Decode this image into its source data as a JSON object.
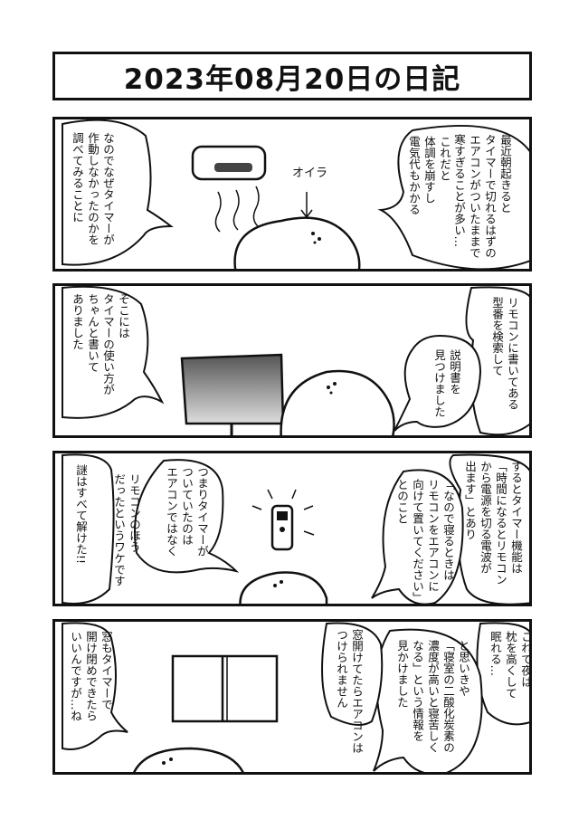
{
  "title": "2023年08月20日の日記",
  "panels": [
    {
      "bubbles": [
        "最近朝起きると\nタイマーで切れるはずの\nエアコンがついたままで\n寒すぎることが多い…",
        "これだと\n体調を崩すし\n電気代もかかる",
        "なのでなぜタイマーが\n作動しなかったのかを\n調べてみることに"
      ],
      "sfx": "オイラ"
    },
    {
      "bubbles": [
        "リモコンに書いてある\n型番を検索して",
        "説明書を\n見つけました",
        "そこには\nタイマーの使い方が\nちゃんと書いて\nありました"
      ]
    },
    {
      "bubbles": [
        "するとタイマー機能は\n「時間になるとリモコン\nから電源を切る電波が\n出ます」とあり",
        "「なので寝るときは\nリモコンをエアコンに\n向けて置いてください」\nとのこと",
        "つまりタイマーが\nついていたのは\nエアコンではなく",
        "リモコンのほう\nだったというワケです",
        "謎はすべて解けた!!"
      ]
    },
    {
      "bubbles": [
        "これで夜は\n枕を高くして\n眠れる…",
        "と思いきや\n「寝室の二酸化炭素の\n濃度が高いと寝苦しく\nなる」という情報を\n見かけました",
        "窓開けてたらエアコンは\nつけられません",
        "窓もタイマーで\n開け閉めできたら\nいいんですが…ね"
      ]
    }
  ]
}
